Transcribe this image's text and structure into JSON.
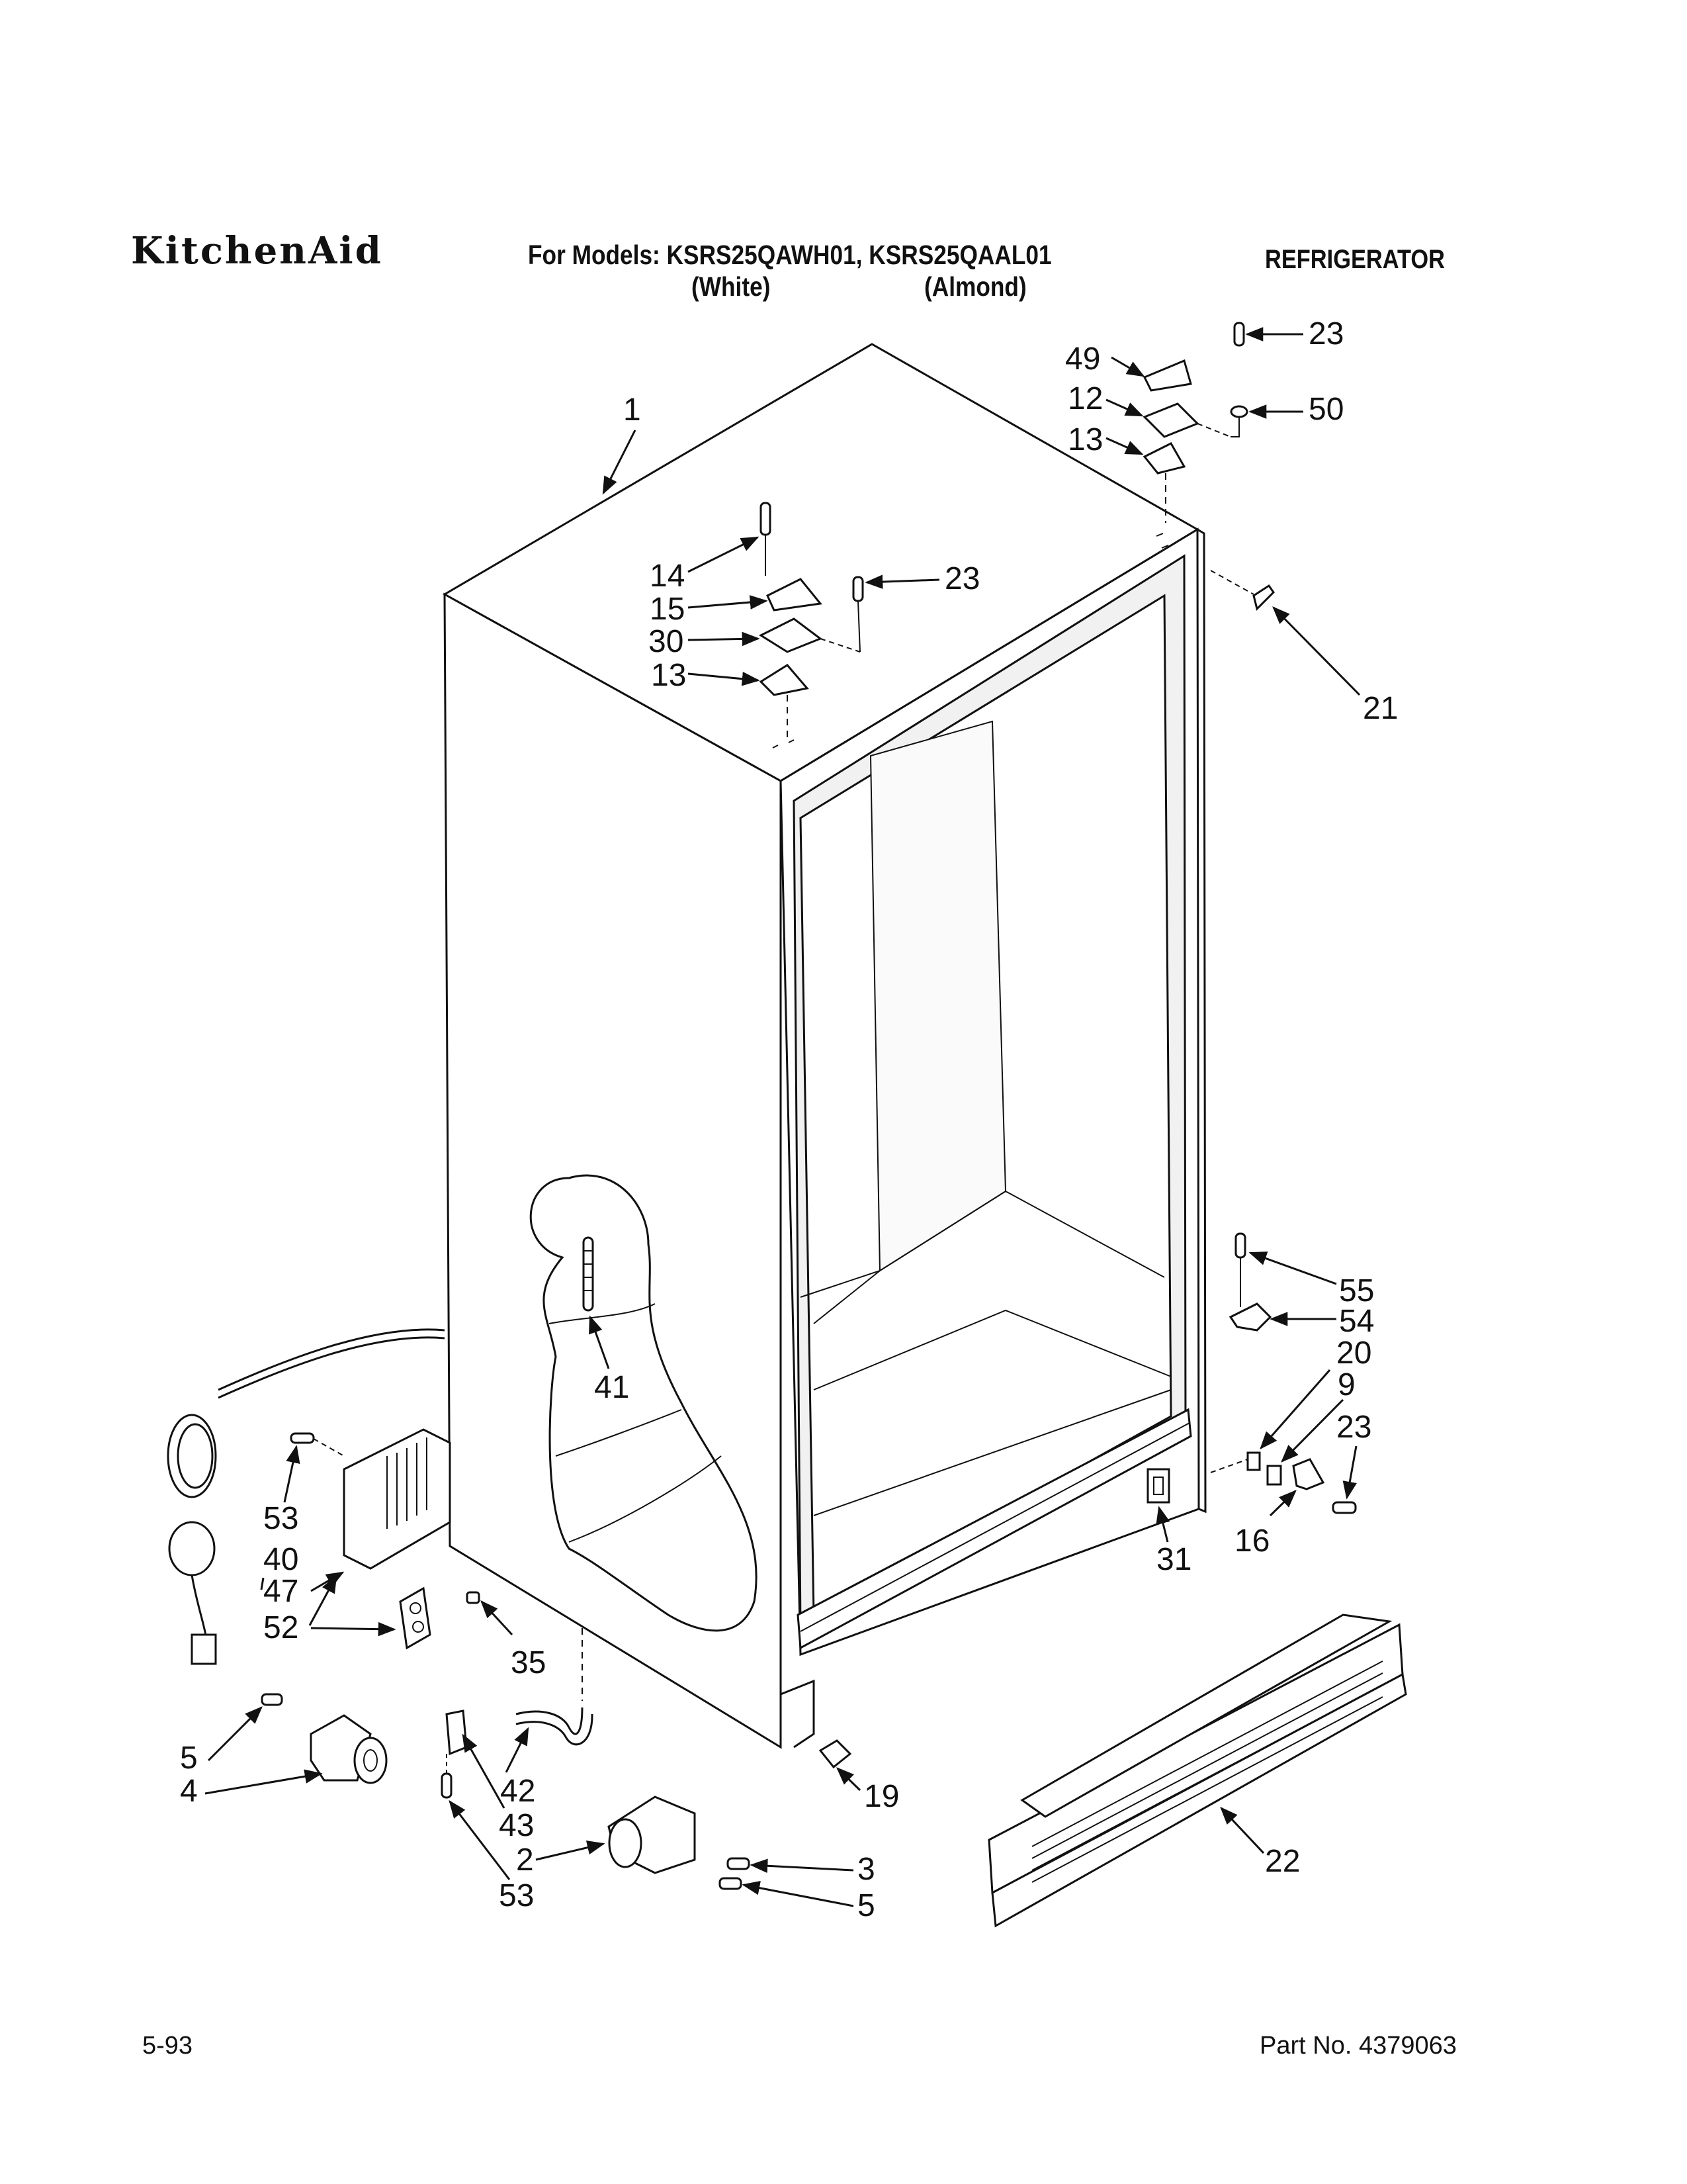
{
  "header": {
    "brand": "KitchenAid",
    "models_line": "For Models: KSRS25QAWH01, KSRS25QAAL01",
    "color_1": "(White)",
    "color_2": "(Almond)",
    "product": "REFRIGERATOR"
  },
  "footer": {
    "date": "5-93",
    "part_number": "Part No. 4379063"
  },
  "callouts": [
    {
      "id": "c1",
      "text": "1"
    },
    {
      "id": "c49",
      "text": "49"
    },
    {
      "id": "c12",
      "text": "12"
    },
    {
      "id": "c13a",
      "text": "13"
    },
    {
      "id": "c23a",
      "text": "23"
    },
    {
      "id": "c50",
      "text": "50"
    },
    {
      "id": "c14",
      "text": "14"
    },
    {
      "id": "c15",
      "text": "15"
    },
    {
      "id": "c30",
      "text": "30"
    },
    {
      "id": "c13b",
      "text": "13"
    },
    {
      "id": "c23b",
      "text": "23"
    },
    {
      "id": "c21",
      "text": "21"
    },
    {
      "id": "c55",
      "text": "55"
    },
    {
      "id": "c54",
      "text": "54"
    },
    {
      "id": "c20",
      "text": "20"
    },
    {
      "id": "c9",
      "text": "9"
    },
    {
      "id": "c23c",
      "text": "23"
    },
    {
      "id": "c16",
      "text": "16"
    },
    {
      "id": "c31",
      "text": "31"
    },
    {
      "id": "c41",
      "text": "41"
    },
    {
      "id": "c53a",
      "text": "53"
    },
    {
      "id": "c40",
      "text": "40"
    },
    {
      "id": "c47",
      "text": "47"
    },
    {
      "id": "c52",
      "text": "52"
    },
    {
      "id": "c35",
      "text": "35"
    },
    {
      "id": "c5a",
      "text": "5"
    },
    {
      "id": "c4",
      "text": "4"
    },
    {
      "id": "c42",
      "text": "42"
    },
    {
      "id": "c43",
      "text": "43"
    },
    {
      "id": "c53b",
      "text": "53"
    },
    {
      "id": "c2",
      "text": "2"
    },
    {
      "id": "c3",
      "text": "3"
    },
    {
      "id": "c5b",
      "text": "5"
    },
    {
      "id": "c19",
      "text": "19"
    },
    {
      "id": "c22",
      "text": "22"
    }
  ]
}
